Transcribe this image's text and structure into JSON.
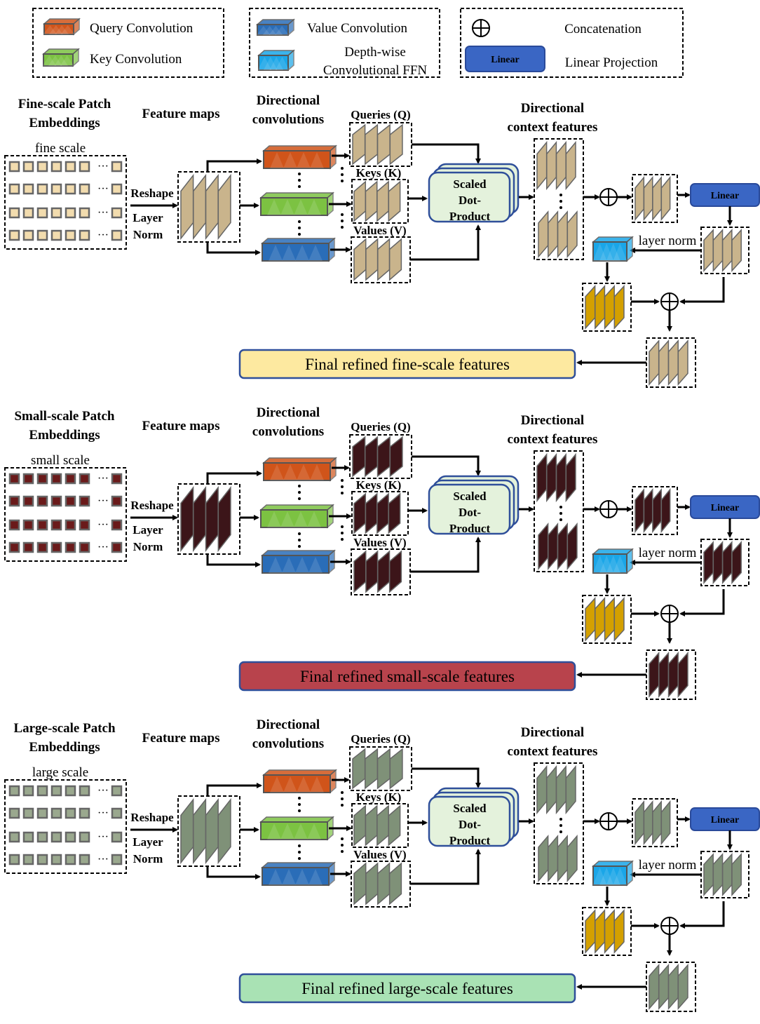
{
  "legend": {
    "query_conv": "Query Convolution",
    "key_conv": "Key Convolution",
    "value_conv": "Value Convolution",
    "ffn_line1": "Depth-wise",
    "ffn_line2": "Convolutional FFN",
    "concat": "Concatenation",
    "linear_label": "Linear",
    "linear_proj": "Linear Projection"
  },
  "colors": {
    "query": "#d0541a",
    "key": "#7cc242",
    "value": "#2a6db8",
    "ffn": "#1aa6e8",
    "linear": "#3a66c4",
    "gold": "#d4a000",
    "sdp_fill": "#e4f2dc",
    "sdp_border": "#2f4f9a"
  },
  "common": {
    "feature_maps": "Feature maps",
    "dir_conv_1": "Directional",
    "dir_conv_2": "convolutions",
    "queries": "Queries (Q)",
    "keys": "Keys (K)",
    "values": "Values (V)",
    "sdp_1": "Scaled",
    "sdp_2": "Dot-",
    "sdp_3": "Product",
    "ctx_1": "Directional",
    "ctx_2": "context features",
    "reshape": "Reshape",
    "layer": "Layer",
    "norm": "Norm",
    "layer_norm": "layer norm",
    "linear": "Linear"
  },
  "sections": [
    {
      "title_1": "Fine-scale Patch",
      "title_2": "Embeddings",
      "scale": "fine scale",
      "final": "Final refined fine-scale features",
      "final_color": "#fde9a0",
      "map_color": "#c9b48c",
      "patch_color": "#f2dcae"
    },
    {
      "title_1": "Small-scale Patch",
      "title_2": "Embeddings",
      "scale": "small scale",
      "final": "Final refined small-scale features",
      "final_color": "#b8434c",
      "map_color": "#3c1519",
      "patch_color": "#6a1a1a"
    },
    {
      "title_1": "Large-scale Patch",
      "title_2": "Embeddings",
      "scale": "large scale",
      "final": "Final refined large-scale features",
      "final_color": "#a9e2b4",
      "map_color": "#7f9178",
      "patch_color": "#9aa88e"
    }
  ]
}
